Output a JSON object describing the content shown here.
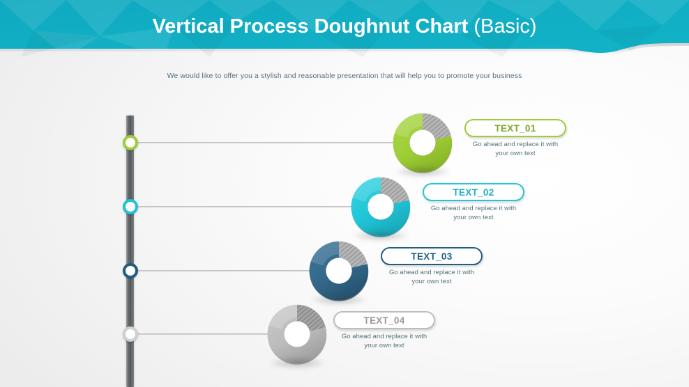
{
  "header": {
    "title_strong": "Vertical Process Doughnut Chart",
    "title_light": " (Basic)",
    "bg_color": "#11adc3"
  },
  "subtitle": {
    "text": "We would like to offer you a stylish and reasonable presentation that will help you to promote your business",
    "color": "#53707f"
  },
  "timeline": {
    "bar_color": "#5d6468",
    "markers": [
      {
        "name": "marker-1",
        "color": "#9fcc3b"
      },
      {
        "name": "marker-2",
        "color": "#1ec4d6"
      },
      {
        "name": "marker-3",
        "color": "#1f5e80"
      },
      {
        "name": "marker-4",
        "color": "#c9c9c9"
      }
    ]
  },
  "chart_data": {
    "type": "pie",
    "title": "Vertical Process Doughnut Chart (Basic)",
    "subtitle": "We would like to offer you a stylish and reasonable presentation that will help you to promote your business",
    "legend": "none",
    "note": "Four separate doughnut charts, each with a filled segment and a hatched grey remainder segment.",
    "charts": [
      {
        "label": "TEXT_01",
        "categories": [
          "filled",
          "remainder"
        ],
        "values": [
          71,
          29
        ],
        "colors": [
          "#9fcc3b",
          "#a8a8a8"
        ]
      },
      {
        "label": "TEXT_02",
        "categories": [
          "filled",
          "remainder"
        ],
        "values": [
          71,
          29
        ],
        "colors": [
          "#20c6d8",
          "#a8a8a8"
        ]
      },
      {
        "label": "TEXT_03",
        "categories": [
          "filled",
          "remainder"
        ],
        "values": [
          71,
          29
        ],
        "colors": [
          "#33688a",
          "#a8a8a8"
        ]
      },
      {
        "label": "TEXT_04",
        "categories": [
          "filled",
          "remainder"
        ],
        "values": [
          71,
          29
        ],
        "colors": [
          "#b9b9b9",
          "#8f8f8f"
        ]
      }
    ]
  },
  "steps": [
    {
      "id": "step-1",
      "label": "TEXT_01",
      "description": "Go ahead and replace it with your own text",
      "desc_line_1": "Go ahead and replace it with",
      "desc_line_2": "your own text",
      "accent": "#9fcc3b",
      "accent_dark": "#85b028",
      "hatch": "#a8a8a8",
      "percent_filled": 71,
      "percent_remainder": 29
    },
    {
      "id": "step-2",
      "label": "TEXT_02",
      "description": "Go ahead and replace it with your own text",
      "desc_line_1": "Go ahead and replace it with",
      "desc_line_2": "your own text",
      "accent": "#20c6d8",
      "accent_dark": "#16a5b6",
      "hatch": "#a8a8a8",
      "percent_filled": 71,
      "percent_remainder": 29
    },
    {
      "id": "step-3",
      "label": "TEXT_03",
      "description": "Go ahead and replace it with your own text",
      "desc_line_1": "Go ahead and replace it with",
      "desc_line_2": "your own text",
      "accent": "#33688a",
      "accent_dark": "#24506d",
      "hatch": "#a8a8a8",
      "percent_filled": 71,
      "percent_remainder": 29
    },
    {
      "id": "step-4",
      "label": "TEXT_04",
      "description": "Go ahead and replace it with your own text",
      "desc_line_1": "Go ahead and replace it with",
      "desc_line_2": "your own text",
      "accent": "#b9b9b9",
      "accent_dark": "#9a9a9a",
      "hatch": "#8f8f8f",
      "percent_filled": 71,
      "percent_remainder": 29
    }
  ]
}
